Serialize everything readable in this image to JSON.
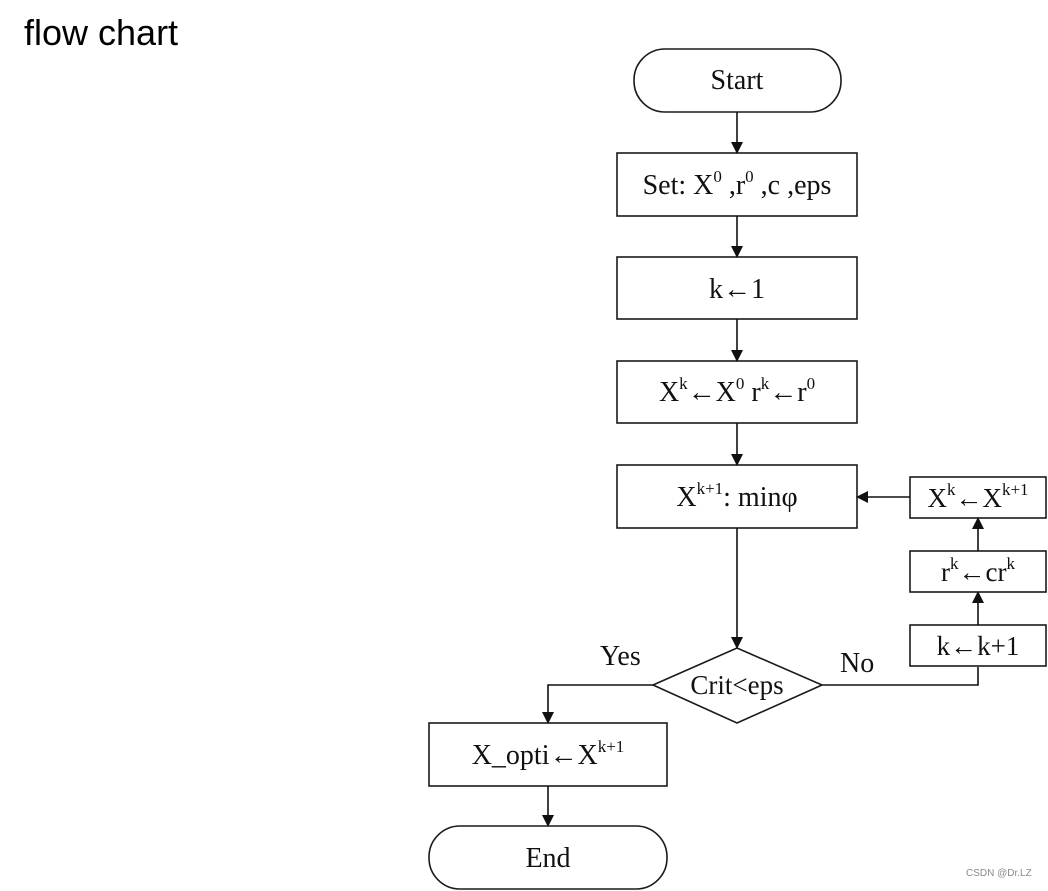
{
  "page_title": "flow chart",
  "watermark": "CSDN @Dr.LZ",
  "nodes": {
    "start": {
      "text": "Start"
    },
    "set": {
      "main": "Set: X",
      "sup1": "0",
      "mid": " ,r",
      "sup2": "0",
      "tail": " ,c ,eps"
    },
    "init_k": {
      "text": "k←1"
    },
    "assign": {
      "a": "X",
      "sup_a": "k",
      "b": "←X",
      "sup_b": "0",
      "c": " r",
      "sup_c": "k",
      "d": "←r",
      "sup_d": "0"
    },
    "minimize": {
      "a": "X",
      "sup_a": "k+1",
      "b": ":  minφ"
    },
    "decision": {
      "text": "Crit<eps"
    },
    "update_x": {
      "a": "X",
      "sup_a": "k",
      "b": "←X",
      "sup_b": "k+1"
    },
    "update_r": {
      "a": "r",
      "sup_a": "k",
      "b": "←cr",
      "sup_b": "k"
    },
    "increment_k": {
      "text": "k←k+1"
    },
    "optimum": {
      "a": "X_opti←X",
      "sup_a": "k+1"
    },
    "end": {
      "text": "End"
    }
  },
  "edge_labels": {
    "yes": "Yes",
    "no": "No"
  }
}
